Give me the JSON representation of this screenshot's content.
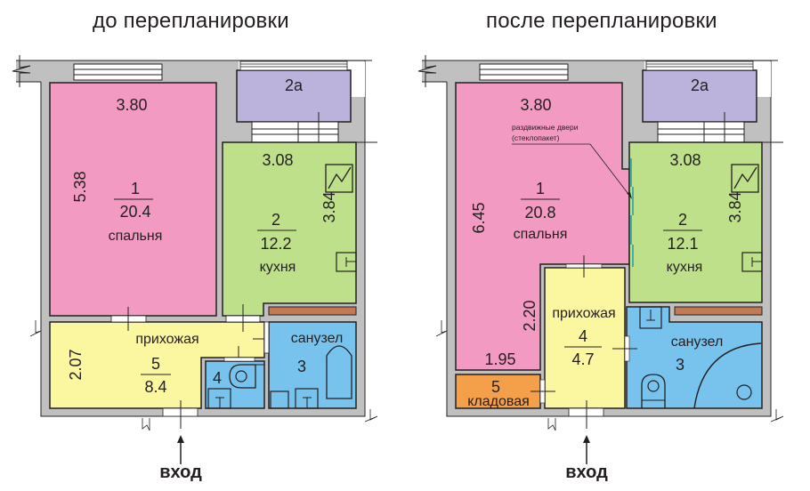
{
  "titles": {
    "before": "до перепланировки",
    "after": "после перепланировки"
  },
  "colors": {
    "wall": "#c0c0c0",
    "bedroom": "#f29ac1",
    "kitchen": "#bfe08a",
    "balcony": "#bcb3dc",
    "hallway": "#fbf6a0",
    "bathroom": "#78c3ee",
    "storage": "#f4a04a",
    "vent": "#c07a55"
  },
  "before": {
    "rooms": [
      {
        "id": "1",
        "area": "20.4",
        "name": "спальня",
        "width": "3.80",
        "length": "5.38"
      },
      {
        "id": "2",
        "area": "12.2",
        "name": "кухня",
        "width": "3.08",
        "length": "3.84"
      },
      {
        "id": "2a",
        "name": "2а"
      },
      {
        "id": "3",
        "name": "санузел",
        "number": "3"
      },
      {
        "id": "4",
        "number": "4"
      },
      {
        "id": "5",
        "area": "8.4",
        "name": "прихожая",
        "length": "2.07",
        "number": "5"
      }
    ],
    "entrance": "вход"
  },
  "after": {
    "rooms": [
      {
        "id": "1",
        "area": "20.8",
        "name": "спальня",
        "width": "3.80",
        "length": "6.45",
        "inner_w": "1.95",
        "inner_h": "2.20"
      },
      {
        "id": "2",
        "area": "12.1",
        "name": "кухня",
        "width": "3.08",
        "length": "3.84"
      },
      {
        "id": "2a",
        "name": "2а"
      },
      {
        "id": "3",
        "name": "санузел",
        "number": "3"
      },
      {
        "id": "4",
        "area": "4.7",
        "name": "прихожая",
        "number": "4"
      },
      {
        "id": "5",
        "name": "кладовая",
        "number": "5"
      }
    ],
    "note_line1": "раздвижные двери",
    "note_line2": "(стеклопакет)",
    "entrance": "вход"
  }
}
